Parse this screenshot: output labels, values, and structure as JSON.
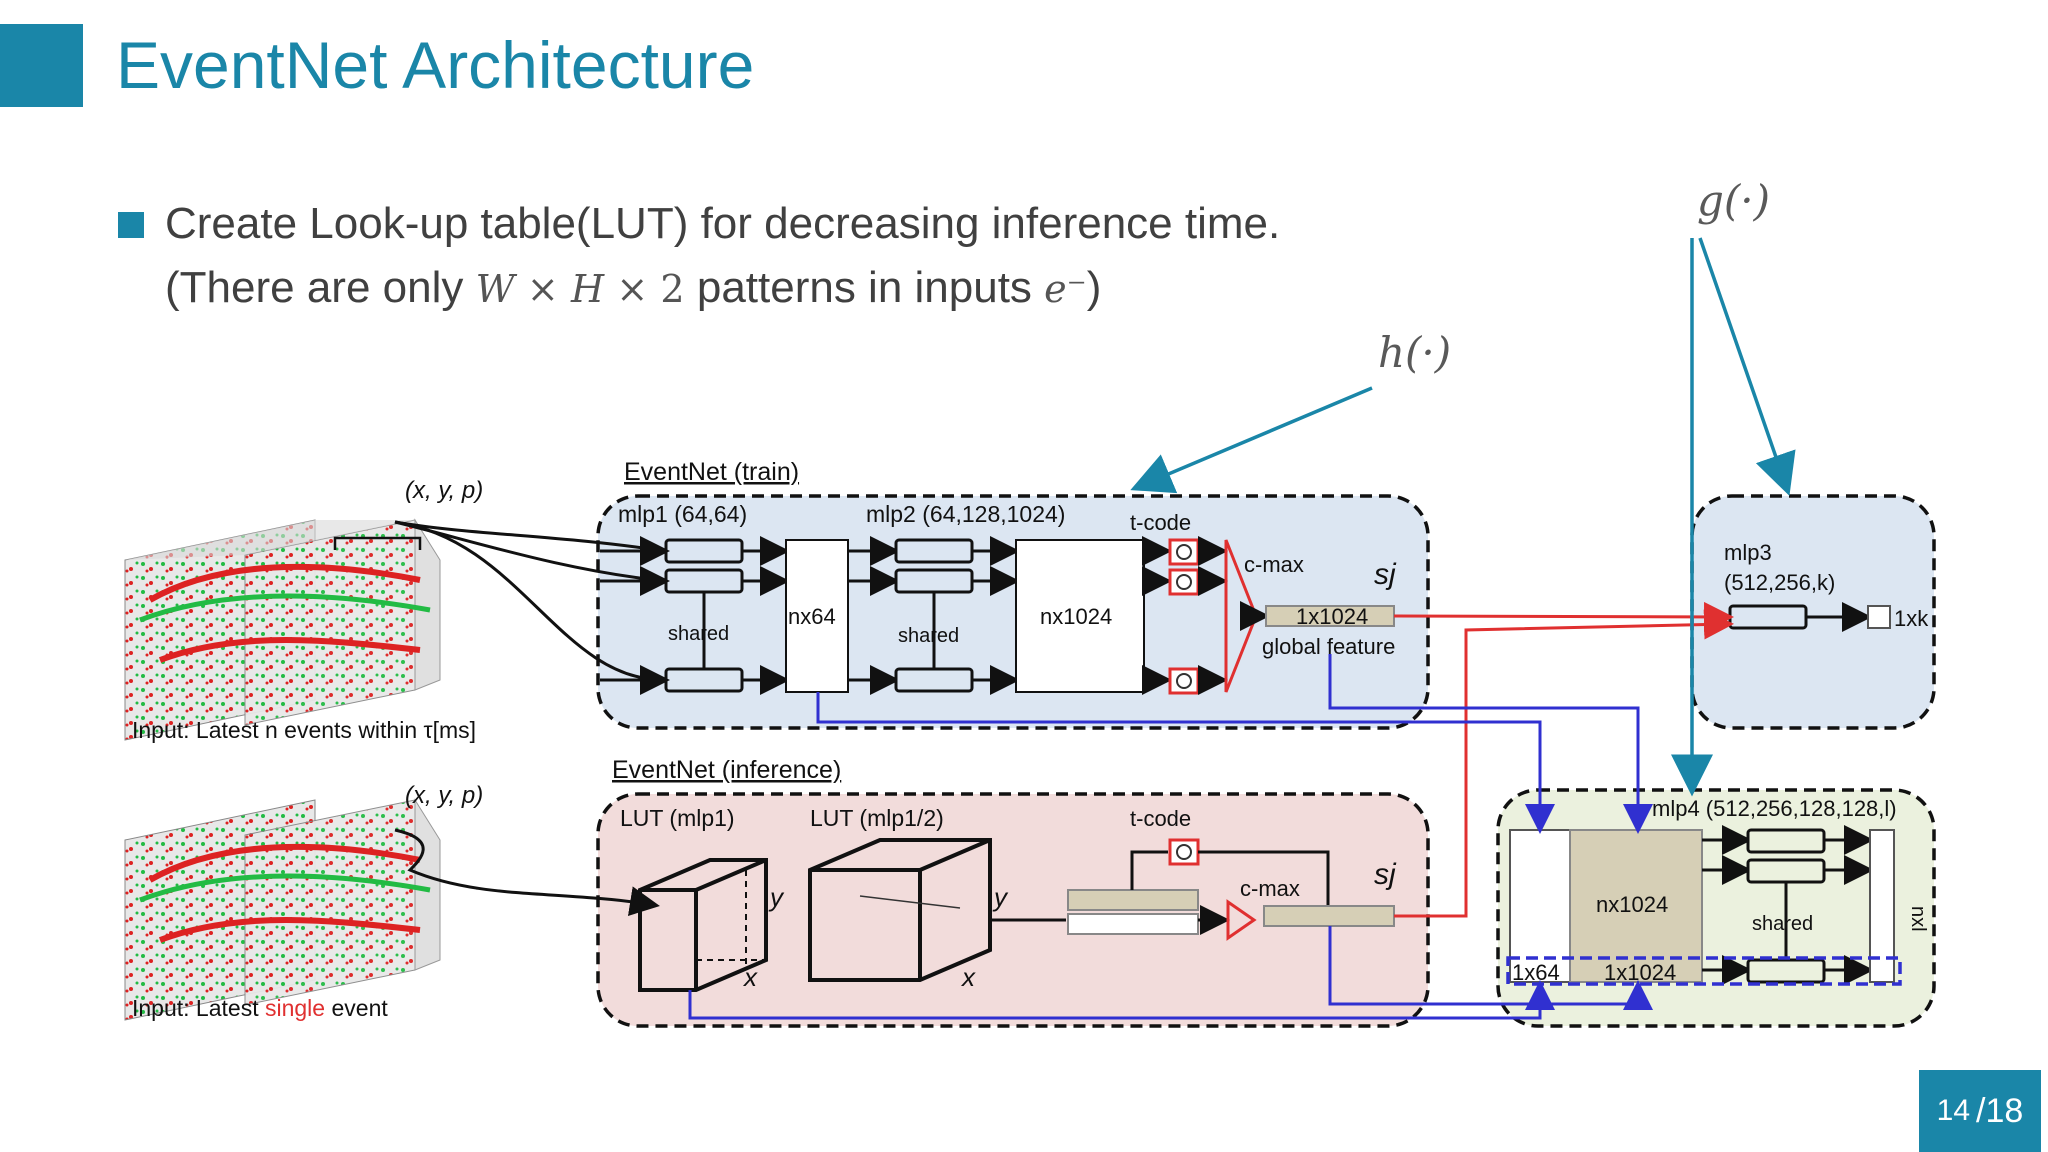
{
  "slide": {
    "title": "EventNet Architecture",
    "bullet": {
      "line1": "Create Look-up table(LUT) for decreasing inference time.",
      "line2_prefix": "(There are only",
      "line2_math_w": "W",
      "line2_math_times1": "×",
      "line2_math_h": "H",
      "line2_math_times2": "×",
      "line2_math_two": "2",
      "line2_middle": "patterns in inputs",
      "line2_math_e": "e⁻",
      "line2_suffix": ")"
    },
    "h_label": "h(·)",
    "g_label": "g(·)",
    "page_current": "14",
    "page_total": "/18"
  },
  "diagram": {
    "train_title": "EventNet (train)",
    "inference_title": "EventNet  (inference)",
    "xyp": "(x, y, p)",
    "input_train_caption": "Input: Latest n events within τ[ms]",
    "input_inf_caption_a": "Input: Latest",
    "input_inf_caption_b": "single",
    "input_inf_caption_c": "event",
    "mlp1": "mlp1 (64,64)",
    "mlp2": "mlp2 (64,128,1024)",
    "tcode": "t-code",
    "cmax": "c-max",
    "sj": "sj",
    "nx64": "nx64",
    "nx1024": "nx1024",
    "shared": "shared",
    "feat_1x1024": "1x1024",
    "global_feature": "global feature",
    "mlp3_line1": "mlp3",
    "mlp3_line2": "(512,256,k)",
    "out_1xk": "1xk",
    "lut_mlp1": "LUT (mlp1)",
    "lut_mlp12": "LUT (mlp1/2)",
    "axis_x": "x",
    "axis_y": "y",
    "mlp4": "mlp4 (512,256,128,128,l)",
    "seg_1x64": "1x64",
    "seg_1x1024": "1x1024",
    "nxl": "nxl",
    "colors": {
      "accent": "#1a86a8",
      "train_bg": "#dce6f2",
      "inference_bg": "#f2dcdb",
      "mlp_bg": "#ebf1de",
      "red_path": "#e03030",
      "blue_path": "#3030d0",
      "feature_box": "#d6cfb6"
    }
  }
}
